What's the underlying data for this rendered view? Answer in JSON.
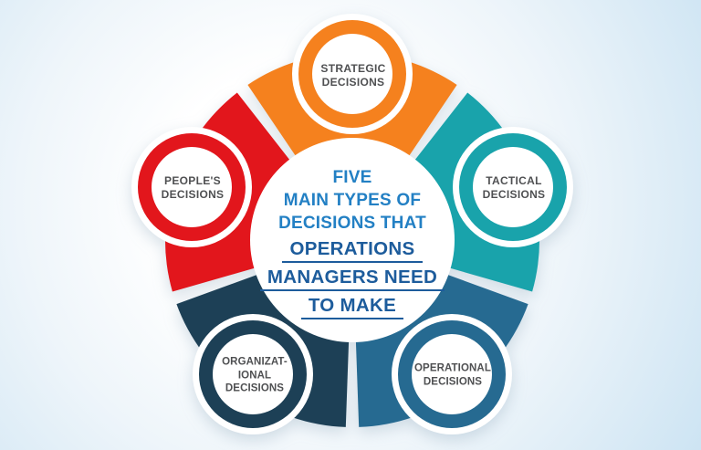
{
  "figure": {
    "center_title": {
      "regular_lines": [
        "FIVE",
        "MAIN TYPES OF",
        "DECISIONS THAT"
      ],
      "bold_lines": [
        "OPERATIONS",
        "MANAGERS NEED",
        "TO MAKE"
      ],
      "regular_color": "#2380c4",
      "bold_color": "#1d5c9c"
    },
    "petals": [
      {
        "name": "strategic-decisions",
        "lines": [
          "STRATEGIC",
          "DECISIONS"
        ],
        "color": "#f5811e"
      },
      {
        "name": "tactical-decisions",
        "lines": [
          "TACTICAL",
          "DECISIONS"
        ],
        "color": "#19a3ab"
      },
      {
        "name": "operational-decisions",
        "lines": [
          "OPERATIONAL",
          "DECISIONS"
        ],
        "color": "#266a91"
      },
      {
        "name": "organizational-decisions",
        "lines": [
          "ORGANIZAT-",
          "IONAL",
          "DECISIONS"
        ],
        "color": "#1d4056"
      },
      {
        "name": "peoples-decisions",
        "lines": [
          "PEOPLE'S",
          "DECISIONS"
        ],
        "color": "#e2161c"
      }
    ],
    "label_color": "#4f5052",
    "background": {
      "center": "#ffffff",
      "edge": "#cde4f3"
    }
  }
}
